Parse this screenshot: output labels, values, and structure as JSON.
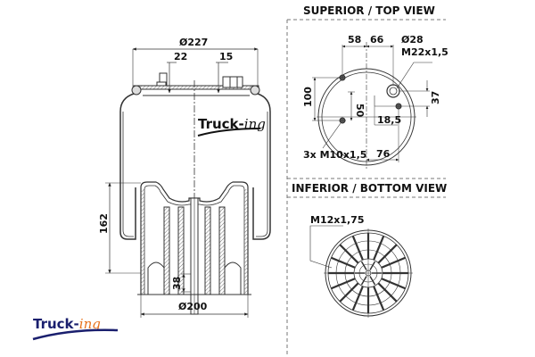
{
  "panels": {
    "top_view_title": "SUPERIOR / TOP VIEW",
    "bottom_view_title": "INFERIOR / BOTTOM VIEW"
  },
  "side_view": {
    "dim_outer_diameter": "Ø227",
    "dim_stud_left": "22",
    "dim_stud_right": "15",
    "dim_height": "162",
    "dim_bolt": "38",
    "dim_piston_diameter": "Ø200",
    "body_logo": {
      "part1": "Truck-",
      "part2": "ing"
    }
  },
  "top_view": {
    "dim_58": "58",
    "dim_66": "66",
    "dim_port_diameter": "Ø28",
    "dim_port_thread": "M22x1,5",
    "dim_100": "100",
    "dim_50": "50",
    "dim_37": "37",
    "dim_18_5": "18,5",
    "dim_76": "76",
    "dim_studs": "3x M10x1,5"
  },
  "bottom_view": {
    "dim_thread": "M12x1,75"
  },
  "brand_logo": {
    "part1": "Truck-",
    "part2": "ing"
  },
  "colors": {
    "logo_navy": "#1a1f6e",
    "logo_orange": "#e8731e",
    "line": "#333333"
  }
}
